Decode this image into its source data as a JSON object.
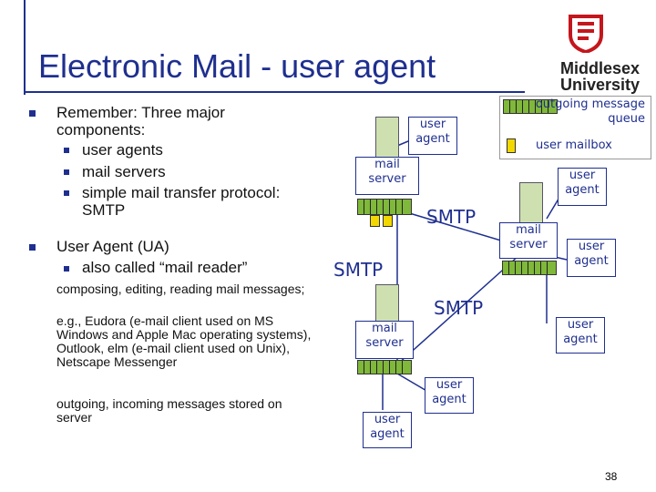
{
  "slide": {
    "title": "Electronic Mail - user agent",
    "page_number": "38"
  },
  "logo": {
    "line1": "Middlesex",
    "line2": "University"
  },
  "bullets": {
    "b1": "Remember: Three major components:",
    "b1_items": [
      "user agents",
      "mail servers",
      "simple mail transfer protocol: SMTP"
    ],
    "b2": "User Agent (UA)",
    "b2_items": [
      "also called “mail reader”"
    ],
    "p1": "composing, editing, reading mail messages;",
    "p2": "e.g., Eudora (e-mail client used on MS Windows and Apple Mac operating systems), Outlook, elm (e-mail client used on Unix), Netscape Messenger",
    "p3": "outgoing, incoming messages stored on server"
  },
  "legend": {
    "queue": "outgoing message queue",
    "mailbox": "user mailbox"
  },
  "diagram": {
    "user_agent": "user agent",
    "mail_server": "mail server",
    "smtp": "SMTP"
  },
  "colors": {
    "title": "#1f2f8f",
    "ua_fill": "#2a2f78",
    "queue_fill": "#7fb83a",
    "mailbox_fill": "#f2d800",
    "logo_red": "#c4161c"
  }
}
